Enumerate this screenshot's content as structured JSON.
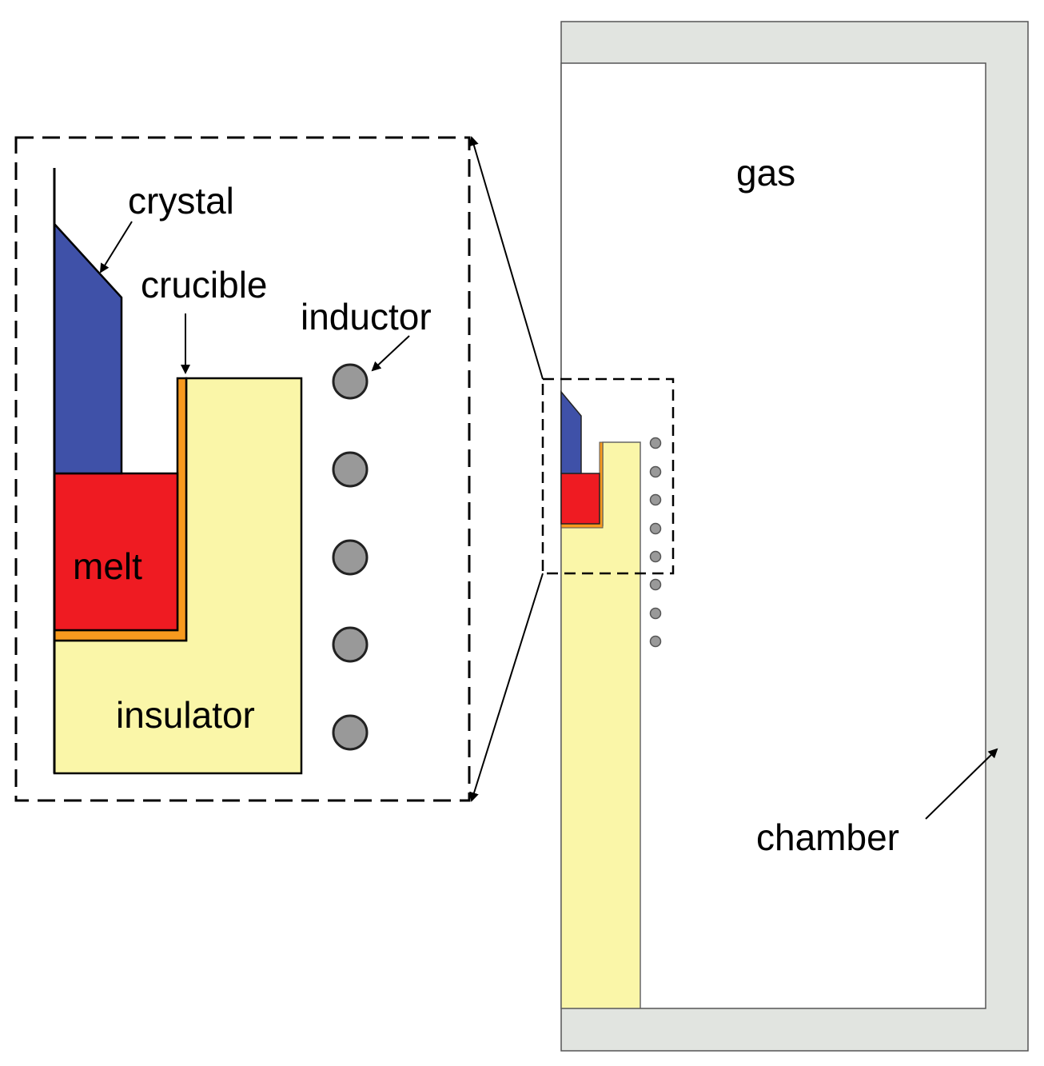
{
  "labels": {
    "crystal": "crystal",
    "crucible": "crucible",
    "inductor": "inductor",
    "melt": "melt",
    "insulator": "insulator",
    "gas": "gas",
    "chamber": "chamber"
  },
  "colors": {
    "crystal": "#3f51a8",
    "melt": "#ef1b22",
    "crucible": "#f79a1e",
    "insulator": "#faf6a8",
    "chamber_wall": "#e1e4e0",
    "inductor": "#999999"
  }
}
